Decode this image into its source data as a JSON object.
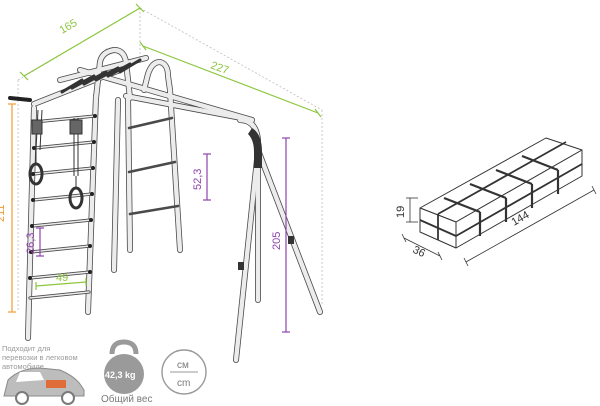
{
  "dimensions": {
    "width": "165",
    "length": "227",
    "height": "211",
    "post_height": "205",
    "rung_spacing": "26,3",
    "rung_width": "49",
    "ladder_spacing": "52,3"
  },
  "box": {
    "height": "19",
    "depth": "36",
    "length": "144"
  },
  "footer": {
    "car_note_line1": "Подходит для",
    "car_note_line2": "перевозки в легковом",
    "car_note_line3": "автомобиле",
    "weight_value": "42,3 kg",
    "weight_label": "Общий вес",
    "unit_top": "см",
    "unit_bottom": "cm"
  },
  "colors": {
    "green": "#8cc63f",
    "orange": "#f39c34",
    "purple": "#8e44ad",
    "frame": "#e6e6e6",
    "outline": "#333333"
  }
}
